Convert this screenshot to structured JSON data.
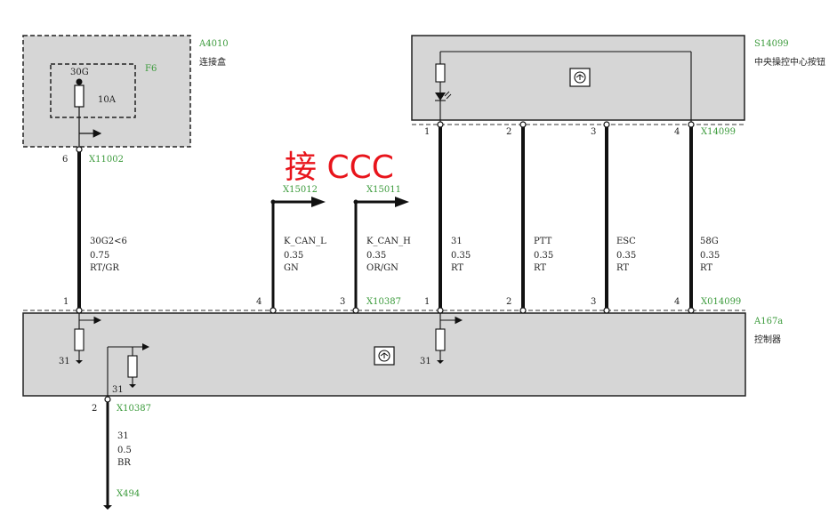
{
  "colors": {
    "wire": "#111111",
    "box_fill": "#d6d6d6",
    "connector_label": "#3a9a3a",
    "annotation": "#e8141b"
  },
  "annotation": "接 CCC",
  "modules": {
    "a4010": {
      "id": "A4010",
      "name": "连接盒"
    },
    "f6": {
      "id": "F6",
      "terminal": "30G",
      "rating": "10A"
    },
    "s14099": {
      "id": "S14099",
      "name": "中央操控中心按钮"
    },
    "a167a": {
      "id": "A167a",
      "name": "控制器"
    }
  },
  "connectors": {
    "x11002": {
      "id": "X11002",
      "pin": "6"
    },
    "x15012": {
      "id": "X15012"
    },
    "x15011": {
      "id": "X15011"
    },
    "x14099": {
      "id": "X14099"
    },
    "x10387_top": {
      "id": "X10387"
    },
    "x014099": {
      "id": "X014099"
    },
    "x10387_bottom": {
      "id": "X10387",
      "pin": "2"
    },
    "x494": {
      "id": "X494"
    }
  },
  "wires": [
    {
      "signal": "30G2<6",
      "size": "0.75",
      "color": "RT/GR",
      "pin_bottom": "1"
    },
    {
      "signal": "K_CAN_L",
      "size": "0.35",
      "color": "GN",
      "pin_bottom": "4"
    },
    {
      "signal": "K_CAN_H",
      "size": "0.35",
      "color": "OR/GN",
      "pin_bottom": "3"
    },
    {
      "signal": "31",
      "size": "0.35",
      "color": "RT",
      "pin_top": "1",
      "pin_bottom": "1"
    },
    {
      "signal": "PTT",
      "size": "0.35",
      "color": "RT",
      "pin_top": "2",
      "pin_bottom": "2"
    },
    {
      "signal": "ESC",
      "size": "0.35",
      "color": "RT",
      "pin_top": "3",
      "pin_bottom": "3"
    },
    {
      "signal": "58G",
      "size": "0.35",
      "color": "RT",
      "pin_top": "4",
      "pin_bottom": "4"
    }
  ],
  "ground_wire": {
    "signal": "31",
    "size": "0.5",
    "color": "BR"
  },
  "ground_labels": {
    "left": "31",
    "middle": "31",
    "right": "31"
  }
}
